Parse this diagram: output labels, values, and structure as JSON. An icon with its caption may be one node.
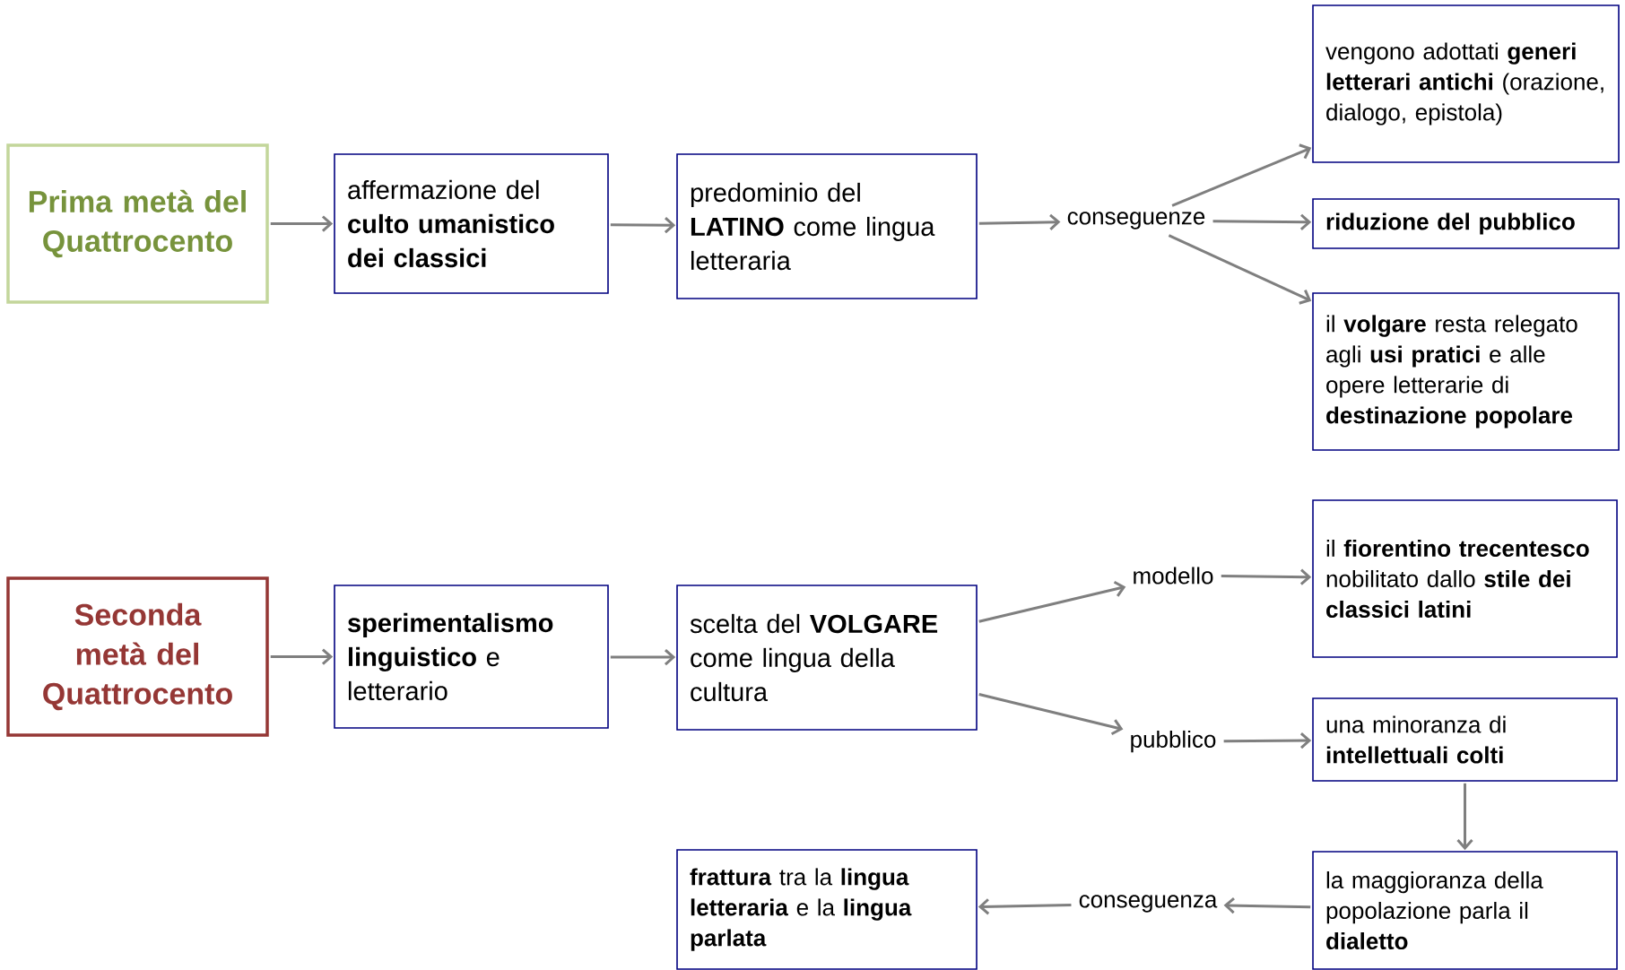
{
  "diagram": {
    "nodes": [
      {
        "text": [
          "Prima metà del Quattrocento"
        ]
      },
      {
        "text": [
          "affermazione del **culto umanistico dei classici**"
        ]
      },
      {
        "text": [
          "predominio del **LATINO** come lingua letteraria"
        ]
      },
      {
        "text": [
          "conseguenze"
        ]
      },
      {
        "text": [
          "vengono adottati **generi letterari antichi** (orazione, dialogo, epistola)"
        ]
      },
      {
        "text": [
          "**riduzione del pubblico**"
        ]
      },
      {
        "text": [
          "il **volgare** resta relegato agli **usi pratici** e alle opere letterarie di **destinazione popolare**"
        ]
      },
      {
        "text": [
          "Seconda metà del Quattrocento"
        ]
      },
      {
        "text": [
          "**sperimentalismo linguistico** e letterario"
        ]
      },
      {
        "text": [
          "scelta del **VOLGARE** come lingua della cultura"
        ]
      },
      {
        "text": [
          "modello"
        ]
      },
      {
        "text": [
          "pubblico"
        ]
      },
      {
        "text": [
          "il **fiorentino trecentesco** nobilitato dallo **stile dei classici latini**"
        ]
      },
      {
        "text": [
          "una minoranza di **intellettuali colti**"
        ]
      },
      {
        "text": [
          "la maggioranza della popolazione parla il **dialetto**"
        ]
      },
      {
        "text": [
          "conseguenza"
        ]
      },
      {
        "text": [
          "**frattura** tra la **lingua letteraria** e la **lingua parlata**"
        ]
      }
    ],
    "edges": [
      {
        "from": 0,
        "to": 1,
        "arrow": "to"
      },
      {
        "from": 1,
        "to": 2,
        "arrow": "to"
      },
      {
        "from": 2,
        "to": 3,
        "arrow": "to"
      },
      {
        "from": 3,
        "to": 4,
        "arrow": "to"
      },
      {
        "from": 3,
        "to": 5,
        "arrow": "to"
      },
      {
        "from": 3,
        "to": 6,
        "arrow": "to"
      },
      {
        "from": 7,
        "to": 8,
        "arrow": "to"
      },
      {
        "from": 8,
        "to": 9,
        "arrow": "to"
      },
      {
        "from": 9,
        "to": 10,
        "arrow": "to"
      },
      {
        "from": 9,
        "to": 11,
        "arrow": "to"
      },
      {
        "from": 10,
        "to": 12,
        "arrow": "to"
      },
      {
        "from": 11,
        "to": 13,
        "arrow": "to"
      },
      {
        "from": 13,
        "to": 14,
        "arrow": "to"
      },
      {
        "from": 14,
        "to": 15,
        "arrow": "to"
      },
      {
        "from": 15,
        "to": 16,
        "arrow": "to"
      }
    ]
  }
}
